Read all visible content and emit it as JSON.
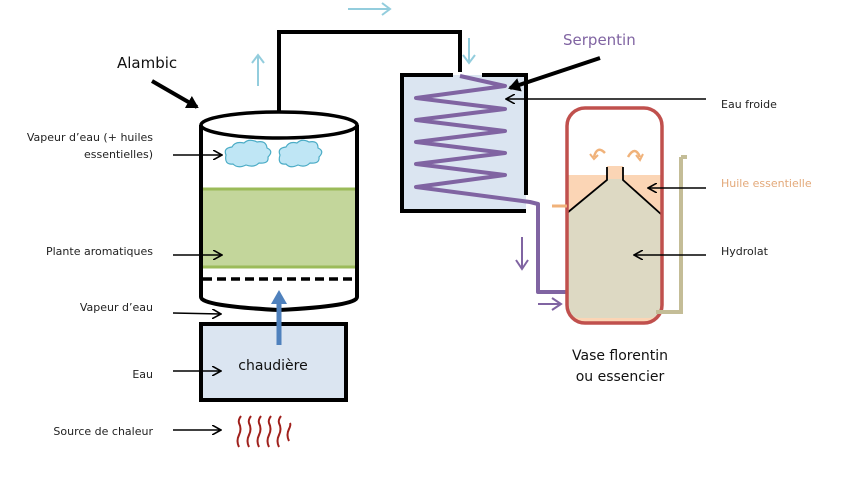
{
  "diagram": {
    "title_alambic": "Alambic",
    "serpentin": "Serpentin",
    "left_labels": {
      "vapeur_huiles_line1": "Vapeur d’eau (+ huiles",
      "vapeur_huiles_line2": "essentielles)",
      "plante": "Plante aromatiques",
      "vapeur": "Vapeur d’eau",
      "eau": "Eau",
      "source": "Source de chaleur"
    },
    "chaudiere": "chaudière",
    "right_labels": {
      "eau_froide": "Eau froide",
      "huile": "Huile essentielle",
      "hydrolat": "Hydrolat"
    },
    "vase_line1": "Vase florentin",
    "vase_line2": "ou essencier",
    "colors": {
      "vapor_cloud": "#bfe6f5",
      "plant": "#c3d69b",
      "plant_border": "#9bbb59",
      "boiler": "#dbe5f1",
      "condenser": "#dbe5f1",
      "coil": "#8064a2",
      "vase_border": "#c0504d",
      "hydrolat": "#ddd9c3",
      "oil": "#fbd5b5",
      "oil_label": "#e3a97a",
      "flow_arrow": "#93cddd",
      "steam_arrow": "#4f81bd",
      "heat": "#a0201c"
    }
  }
}
